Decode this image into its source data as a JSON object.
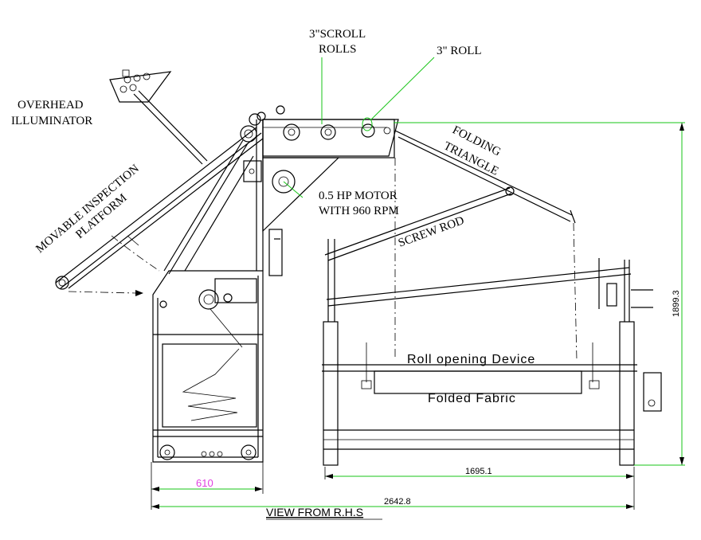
{
  "labels": {
    "overhead_illuminator_1": "OVERHEAD",
    "overhead_illuminator_2": "ILLUMINATOR",
    "scroll_rolls_1": "3\"SCROLL",
    "scroll_rolls_2": "ROLLS",
    "roll_3": "3\" ROLL",
    "folding_triangle_1": "FOLDING",
    "folding_triangle_2": "TRIANGLE",
    "platform_1": "MOVABLE INSPECTION",
    "platform_2": "PLATFORM",
    "motor_1": "0.5 HP MOTOR",
    "motor_2": "WITH 960 RPM",
    "screw_rod": "SCREW ROD",
    "roll_opening": "Roll opening Device",
    "folded_fabric": "Folded Fabric",
    "view": "VIEW FROM R.H.S"
  },
  "dimensions": {
    "width_610": "610",
    "width_1695": "1695.1",
    "width_2642": "2642.8",
    "height_1899": "1899.3"
  },
  "colors": {
    "line": "#000000",
    "leader": "#17c417",
    "dim_highlight": "#e040e0"
  }
}
